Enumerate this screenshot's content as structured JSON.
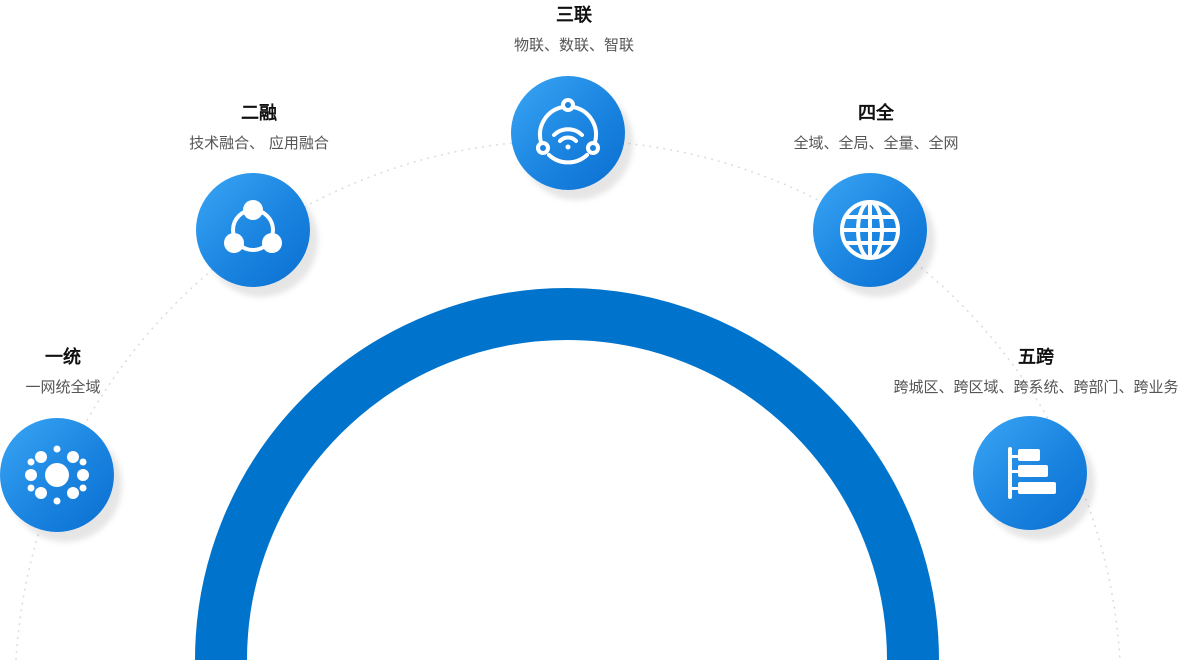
{
  "items": [
    {
      "title": "一统",
      "subtitle": "一网统全域",
      "icon": "dots-ring-icon"
    },
    {
      "title": "二融",
      "subtitle": "技术融合、 应用融合",
      "icon": "triangle-nodes-icon"
    },
    {
      "title": "三联",
      "subtitle": "物联、数联、智联",
      "icon": "wifi-nodes-icon"
    },
    {
      "title": "四全",
      "subtitle": "全域、全局、全量、全网",
      "icon": "globe-icon"
    },
    {
      "title": "五跨",
      "subtitle": "跨城区、跨区域、跨系统、跨部门、跨业务",
      "icon": "hierarchy-bars-icon"
    }
  ],
  "colors": {
    "arc": "#0074cc",
    "icon_bg": "#1a84e0"
  }
}
